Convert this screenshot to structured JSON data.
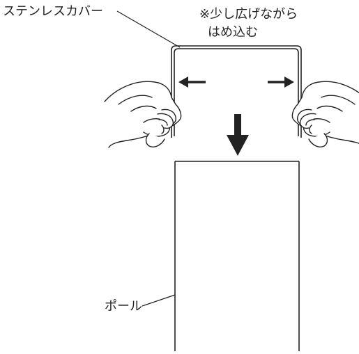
{
  "labels": {
    "cover": "ステンレスカバー",
    "note_line1": "※少し広げながら",
    "note_line2": "はめ込む",
    "pole": "ポール"
  },
  "colors": {
    "stroke": "#222222",
    "background": "#ffffff"
  },
  "icons": {
    "left_arrow": "arrow-left-icon",
    "right_arrow": "arrow-right-icon",
    "down_arrow": "arrow-down-icon",
    "left_hand": "hand-icon",
    "right_hand": "hand-icon"
  }
}
